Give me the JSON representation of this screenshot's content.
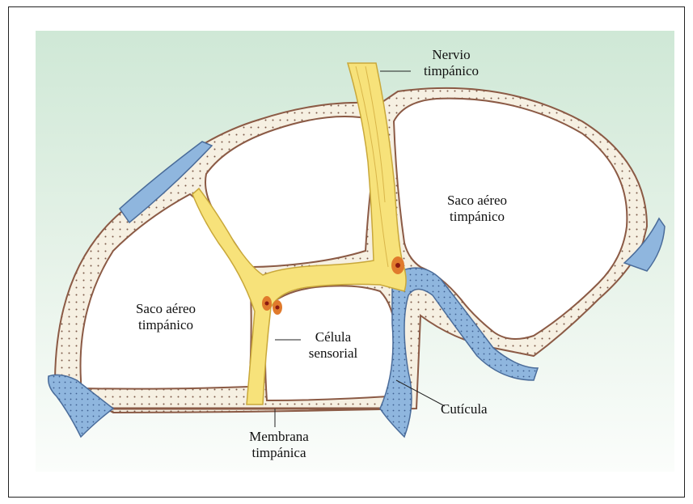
{
  "labels": {
    "nervio_line1": "Nervio",
    "nervio_line2": "timpánico",
    "saco_right_line1": "Saco aéreo",
    "saco_right_line2": "timpánico",
    "saco_left_line1": "Saco aéreo",
    "saco_left_line2": "timpánico",
    "celula_line1": "Célula",
    "celula_line2": "sensorial",
    "cuticula": "Cutícula",
    "membrana_line1": "Membrana",
    "membrana_line2": "timpánica"
  },
  "colors": {
    "background_top": "#cfe8d6",
    "nerve_fill": "#f7e27a",
    "tissue_border": "#9b6b55",
    "cuticle_fill": "#8fb6de",
    "sensory_cell": "#c0392b"
  }
}
